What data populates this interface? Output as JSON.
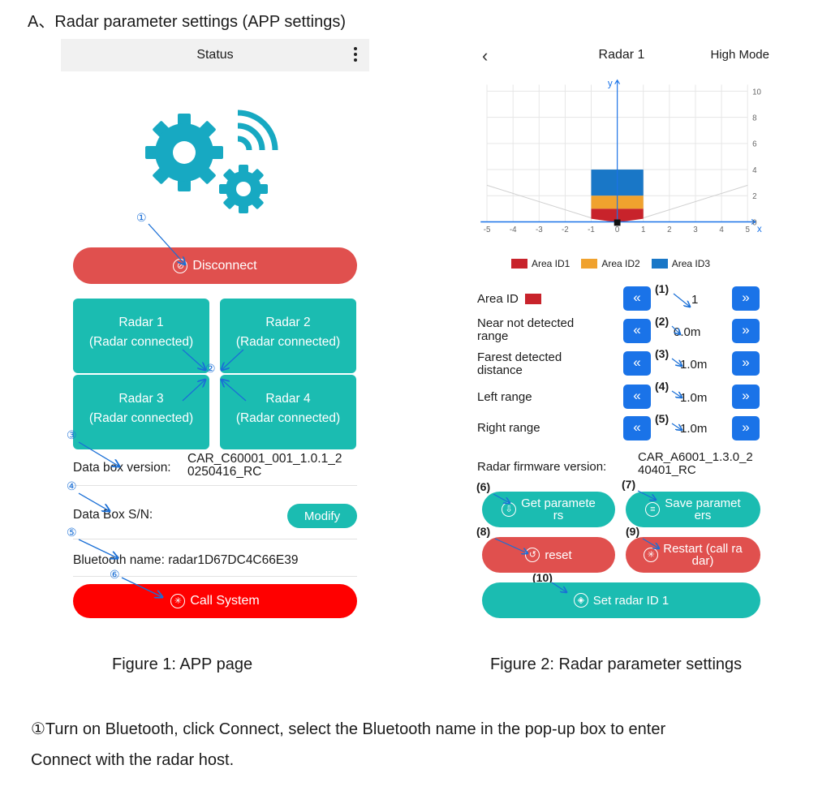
{
  "heading": "A、Radar parameter settings (APP settings)",
  "colors": {
    "teal": "#1bbcb1",
    "coral": "#e0504e",
    "red": "#ff0000",
    "blue": "#1a73e8",
    "area1": "#c8232b",
    "area2": "#f0a22e",
    "area3": "#1977c7"
  },
  "phone1": {
    "title": "Status",
    "menu_icon": "more-vertical-icon",
    "hero_icon": "gears-wireless-icon",
    "disconnect_label": "Disconnect",
    "radars": [
      {
        "name": "Radar 1",
        "status": "(Radar connected)"
      },
      {
        "name": "Radar 2",
        "status": "(Radar connected)"
      },
      {
        "name": "Radar 3",
        "status": "(Radar connected)"
      },
      {
        "name": "Radar 4",
        "status": "(Radar connected)"
      }
    ],
    "data_box_version_label": "Data box version:",
    "data_box_version_value_1": "CAR_C60001_001_1.0.1_2",
    "data_box_version_value_2": "0250416_RC",
    "sn_label": "Data Box S/N:",
    "modify_label": "Modify",
    "bluetooth_label": "Bluetooth name: radar1D67DC4C66E39",
    "call_system_label": "Call System",
    "markers": [
      "①",
      "②",
      "③",
      "④",
      "⑤",
      "⑥"
    ]
  },
  "phone2": {
    "title": "Radar 1",
    "mode": "High Mode",
    "back_icon": "chevron-left-icon",
    "legend": [
      "Area ID1",
      "Area ID2",
      "Area ID3"
    ],
    "params": [
      {
        "label_1": "Area ID",
        "label_2": "",
        "value": "1",
        "num": "(1)"
      },
      {
        "label_1": "Near not detected",
        "label_2": "range",
        "value": "0.0m",
        "num": "(2)"
      },
      {
        "label_1": "Farest detected",
        "label_2": "distance",
        "value": "1.0m",
        "num": "(3)"
      },
      {
        "label_1": "Left range",
        "label_2": "",
        "value": "1.0m",
        "num": "(4)"
      },
      {
        "label_1": "Right range",
        "label_2": "",
        "value": "1.0m",
        "num": "(5)"
      }
    ],
    "decrement_label": "«",
    "increment_label": "»",
    "firmware_label": "Radar firmware version:",
    "firmware_value_1": "CAR_A6001_1.3.0_2",
    "firmware_value_2": "40401_RC",
    "get_params_1": "Get paramete",
    "get_params_2": "rs",
    "save_params_1": "Save paramet",
    "save_params_2": "ers",
    "reset_label": "reset",
    "restart_1": "Restart (call ra",
    "restart_2": "dar)",
    "set_id_label": "Set radar ID 1",
    "nums": [
      "(6)",
      "(7)",
      "(8)",
      "(9)",
      "(10)"
    ]
  },
  "chart_data": {
    "type": "area",
    "x_ticks": [
      "-5",
      "-4",
      "-3",
      "-2",
      "-1",
      "0",
      "1",
      "2",
      "3",
      "4",
      "5"
    ],
    "y_ticks": [
      "0",
      "2",
      "4",
      "6",
      "8",
      "10"
    ],
    "x_axis_label": "x",
    "y_axis_label": "y",
    "xlim": [
      -5,
      5
    ],
    "ylim": [
      0,
      10
    ],
    "grid": true,
    "legend_position": "bottom",
    "areas": [
      {
        "name": "Area ID1",
        "y_range": [
          0,
          1
        ],
        "color": "#c8232b"
      },
      {
        "name": "Area ID2",
        "y_range": [
          1,
          2
        ],
        "color": "#f0a22e"
      },
      {
        "name": "Area ID3",
        "y_range": [
          2,
          4
        ],
        "color": "#1977c7"
      }
    ]
  },
  "captions": {
    "fig1": "Figure 1: APP page",
    "fig2": "Figure 2: Radar parameter settings"
  },
  "paragraph_1": "①Turn on Bluetooth, click Connect, select the Bluetooth name in the pop-up box to enter",
  "paragraph_2": "Connect with the radar host."
}
